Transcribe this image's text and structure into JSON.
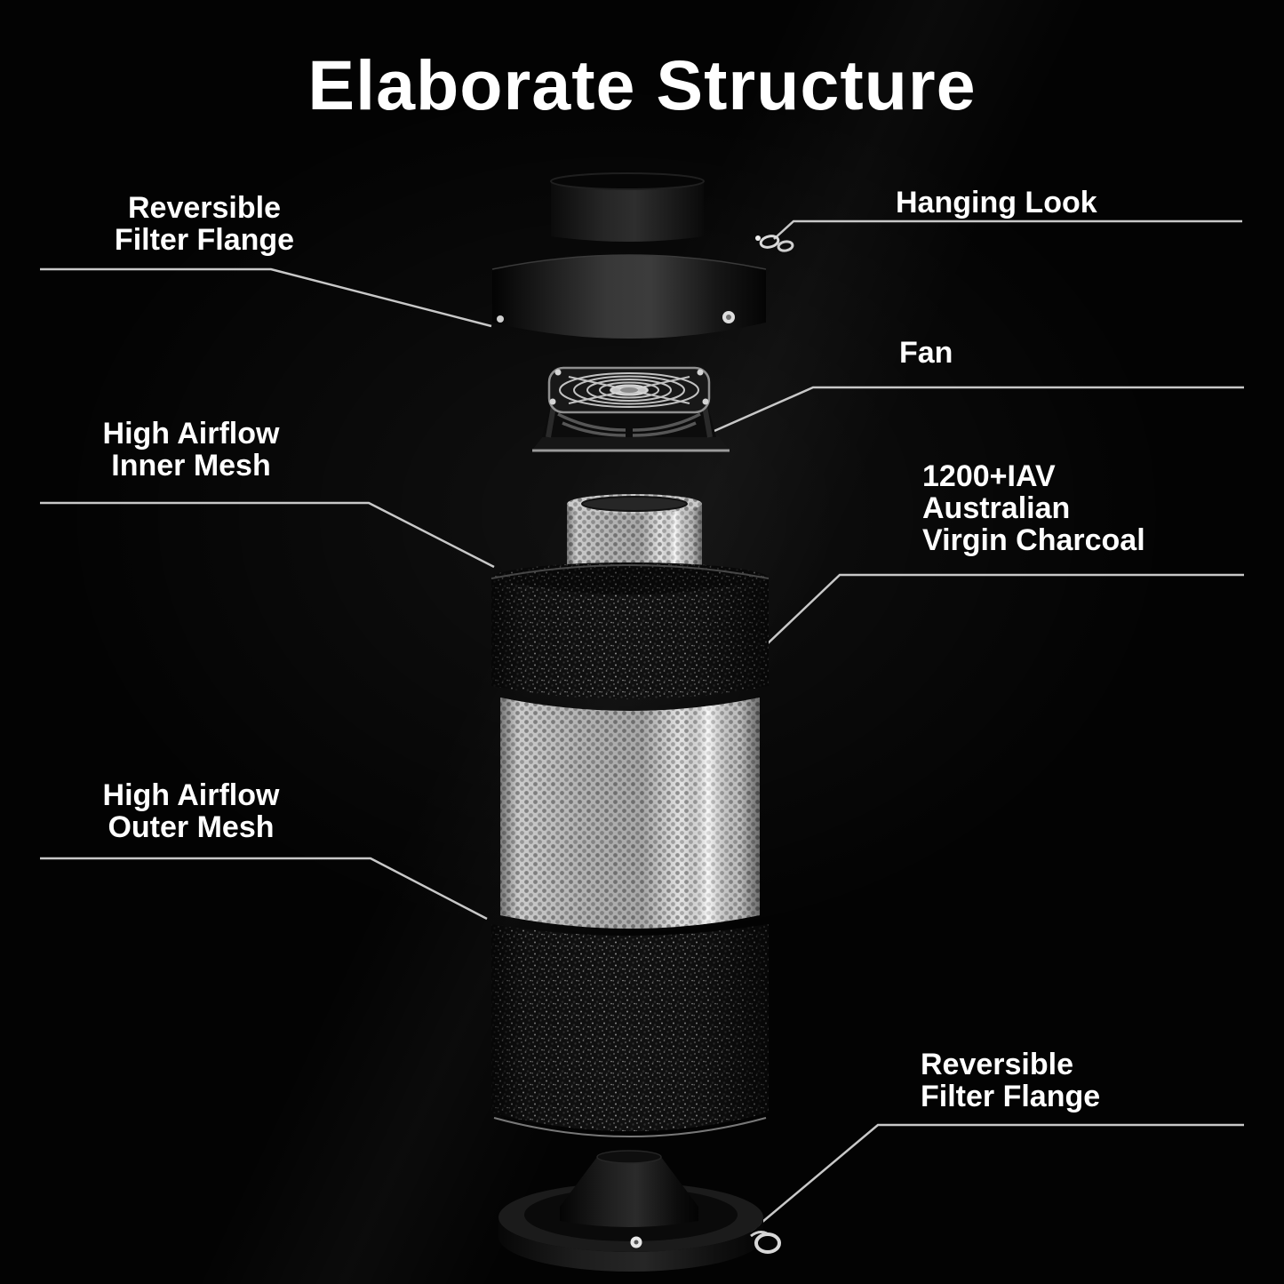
{
  "title": "Elaborate Structure",
  "labels": {
    "flange_top": "Reversible\nFilter Flange",
    "hanging_hook": "Hanging Look",
    "fan": "Fan",
    "inner_mesh": "High Airflow\nInner Mesh",
    "charcoal": "1200+IAV\nAustralian\nVirgin Charcoal",
    "outer_mesh": "High Airflow\nOuter Mesh",
    "flange_bottom": "Reversible\nFilter Flange"
  },
  "colors": {
    "background": "#030303",
    "label_text": "#ffffff",
    "callout_line": "#c8c8c8"
  }
}
